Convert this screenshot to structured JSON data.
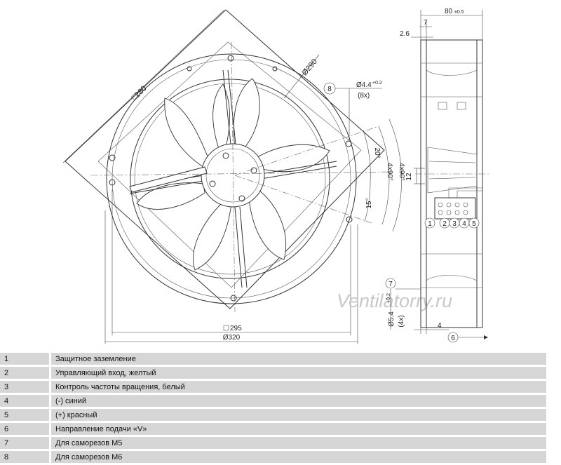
{
  "drawing": {
    "dimensions": {
      "square_front": "280",
      "diameter_front": "Ø290",
      "mount_square_bottom": "295",
      "outer_diameter": "Ø320",
      "hole_dia": "Ø4.4",
      "hole_dia_tol": "+0.2",
      "hole_count": "(8x)",
      "angle_20": "20°",
      "angle_15": "15°",
      "angle_4x90_a": "4x90°",
      "angle_4x90_b": "4x90°",
      "depth": "80",
      "depth_tol": "±0.5",
      "dim_7": "7",
      "dim_2_6": "2.6",
      "dim_12": "12",
      "slot_dia": "Ø5.4",
      "slot_tol": "+0.2",
      "slot_count": "(4x)",
      "dim_4": "4"
    },
    "callouts": {
      "c1": "1",
      "c2": "2",
      "c3": "3",
      "c4": "4",
      "c5": "5",
      "c6": "6",
      "c7": "7",
      "c8": "8"
    },
    "watermark": "Ventilatorry.ru"
  },
  "legend": [
    {
      "num": "1",
      "text": "Защитное заземление"
    },
    {
      "num": "2",
      "text": "Управляющий вход, желтый"
    },
    {
      "num": "3",
      "text": "Контроль частоты вращения, белый"
    },
    {
      "num": "4",
      "text": "(-) синий"
    },
    {
      "num": "5",
      "text": "(+) красный"
    },
    {
      "num": "6",
      "text": "Направление подачи «V»"
    },
    {
      "num": "7",
      "text": "Для саморезов M5"
    },
    {
      "num": "8",
      "text": "Для саморезов M6"
    }
  ]
}
